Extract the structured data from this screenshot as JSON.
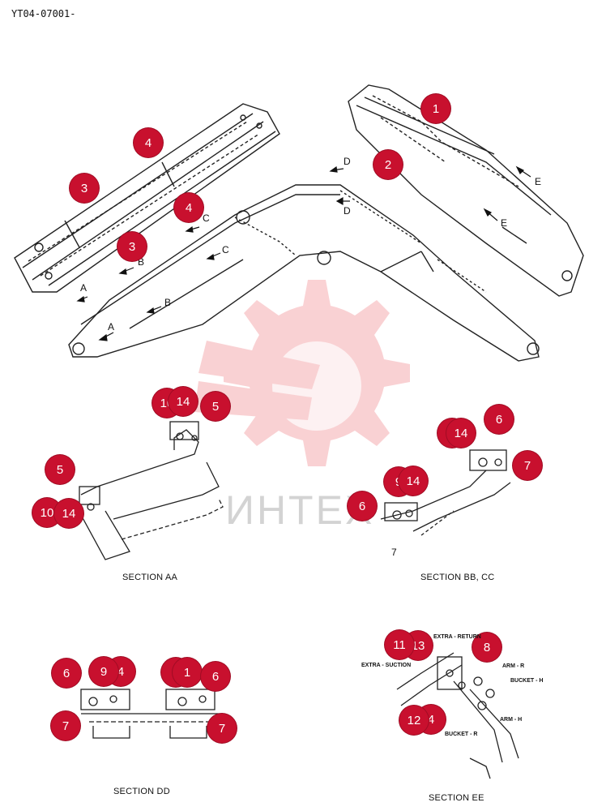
{
  "doc_code": "YT04-07001-",
  "watermark": {
    "text": "ИНТЕХ",
    "color": "#e8323c"
  },
  "colors": {
    "callout": "#c8102e",
    "line": "#222222"
  },
  "view_markers": {
    "a1": "A",
    "a2": "A",
    "b1": "B",
    "b2": "B",
    "c1": "C",
    "c2": "C",
    "d1": "D",
    "d2": "D",
    "e1": "E",
    "e2": "E"
  },
  "callouts": {
    "main_1": "1",
    "main_2": "2",
    "main_3a": "3",
    "main_3b": "3",
    "main_4a": "4",
    "main_4b": "4",
    "aa_10a": "10",
    "aa_14a": "14",
    "aa_5a": "5",
    "aa_5b": "5",
    "aa_10b": "10",
    "aa_14b": "14",
    "bb_14a": "14",
    "bb_6a": "6",
    "bb_7a": "7",
    "bb_9": "9",
    "bb_14b": "14",
    "bb_6b": "6",
    "dd_6a": "6",
    "dd_9": "9",
    "dd_4": "4",
    "dd_7a": "7",
    "dd_1a": "1",
    "dd_1b": "1",
    "dd_6b": "6",
    "dd_7b": "7",
    "ee_11": "11",
    "ee_13": "13",
    "ee_8": "8",
    "ee_12": "12",
    "ee_4": "4"
  },
  "plain_labels": {
    "bb_7": "7"
  },
  "sections": {
    "aa": "SECTION AA",
    "bb": "SECTION BB, CC",
    "dd": "SECTION DD",
    "ee": "SECTION EE"
  },
  "ee_labels": {
    "extra_return": "EXTRA - RETURN",
    "extra_suction": "EXTRA - SUCTION",
    "arm_r": "ARM - R",
    "bucket_h": "BUCKET - H",
    "arm_h": "ARM - H",
    "bucket_r": "BUCKET - R"
  }
}
